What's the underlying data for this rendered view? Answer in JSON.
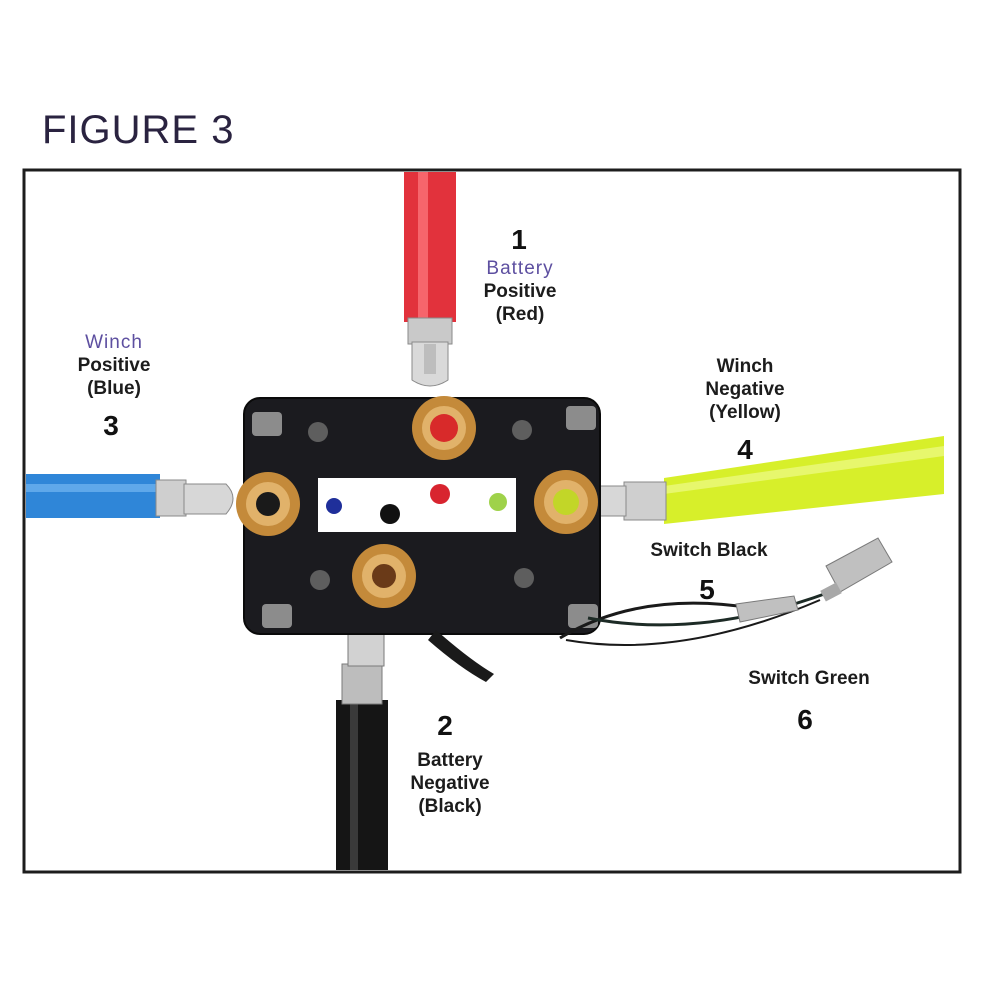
{
  "figure": {
    "title": "FIGURE 3"
  },
  "terminals": {
    "t1": {
      "number": "1",
      "line1": "Battery",
      "line2": "Positive",
      "line3": "(Red)"
    },
    "t2": {
      "number": "2",
      "line1": "Battery",
      "line2": "Negative",
      "line3": "(Black)"
    },
    "t3": {
      "number": "3",
      "line1": "Winch",
      "line2": "Positive",
      "line3": "(Blue)"
    },
    "t4": {
      "number": "4",
      "line1": "Winch",
      "line2": "Negative",
      "line3": "(Yellow)"
    },
    "t5": {
      "number": "5",
      "label": "Switch Black"
    },
    "t6": {
      "number": "6",
      "label": "Switch Green"
    }
  },
  "colors": {
    "red_cable": "#e2323c",
    "blue_cable": "#2f86d8",
    "yellow_cable": "#d7ef2a",
    "black_cable": "#151515",
    "solenoid_body": "#1b1b1f",
    "dot_blue": "#1f2f9a",
    "dot_black": "#111111",
    "dot_red": "#d8242f",
    "dot_green": "#9fd24a"
  }
}
